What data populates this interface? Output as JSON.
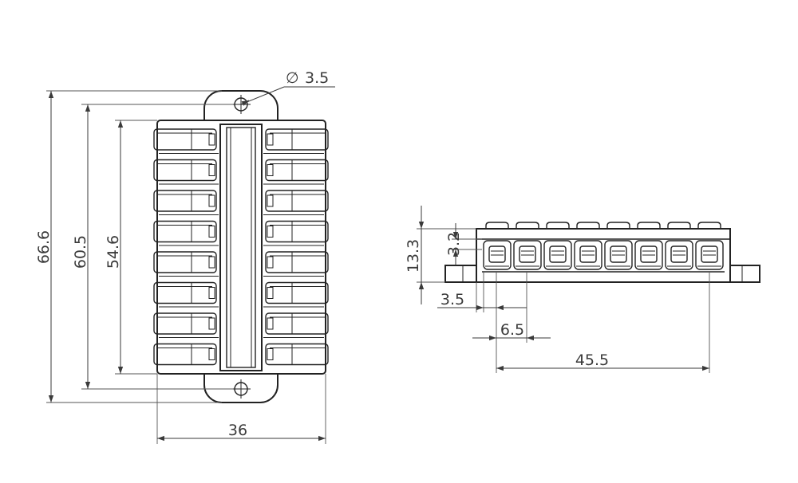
{
  "drawing": {
    "front_view": {
      "diameter_symbol": "∅",
      "hole_diameter": "3.5",
      "overall_length": "66.6",
      "hole_spacing": "60.5",
      "body_length": "54.6",
      "width": "36",
      "rows": 8
    },
    "side_view": {
      "height": "13.3",
      "top_height": "3.2",
      "edge_offset": "3.5",
      "pitch": "6.5",
      "span": "45.5",
      "positions": 8
    }
  }
}
